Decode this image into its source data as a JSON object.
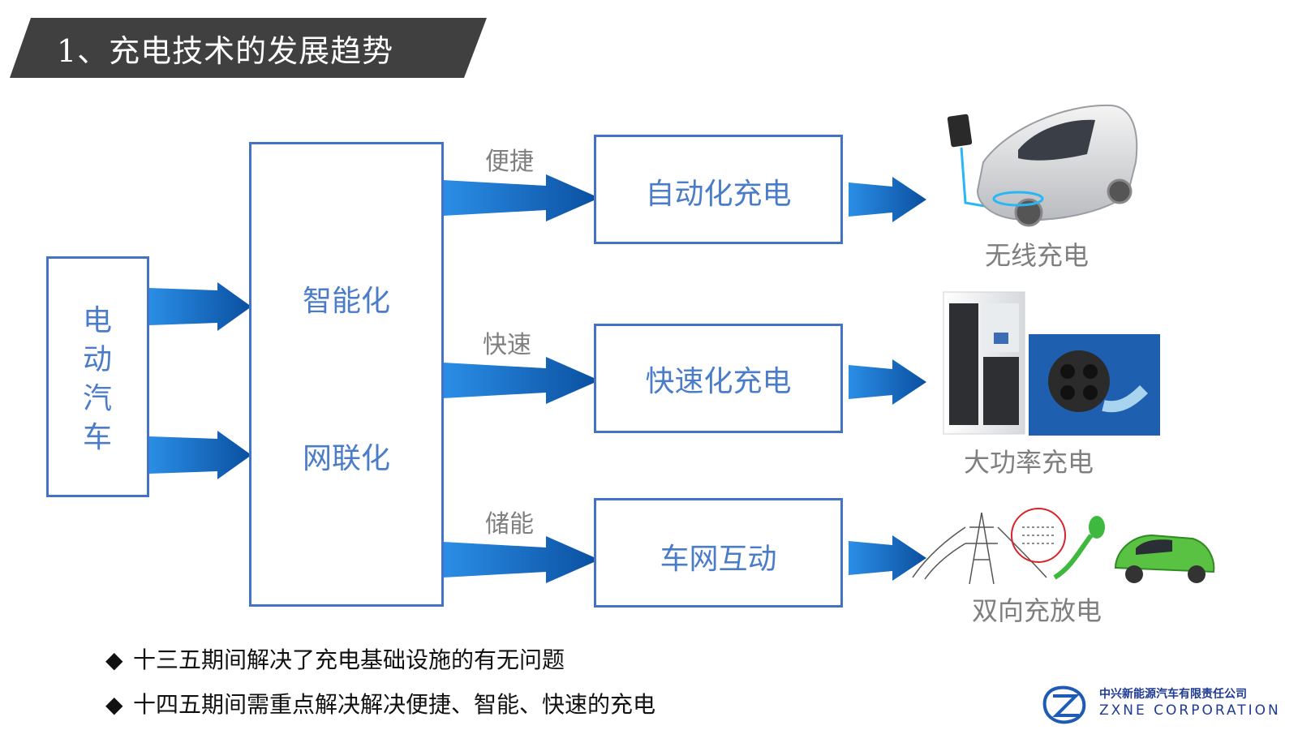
{
  "title": "1、充电技术的发展趋势",
  "nodes": {
    "ev": "电动汽车",
    "intelligent": "智能化",
    "networked": "网联化",
    "auto_charging": "自动化充电",
    "fast_charging": "快速化充电",
    "v2g": "车网互动"
  },
  "arrow_labels": {
    "convenient": "便捷",
    "fast": "快速",
    "storage": "储能"
  },
  "image_captions": {
    "wireless": "无线充电",
    "high_power": "大功率充电",
    "bidirectional": "双向充放电"
  },
  "bullets": [
    "十三五期间解决了充电基础设施的有无问题",
    "十四五期间需重点解决解决便捷、智能、快速的充电"
  ],
  "bullet_mark": "◆",
  "logo": {
    "name_cn": "中兴新能源汽车有限责任公司",
    "name_en": "ZXNE CORPORATION"
  },
  "colors": {
    "title_bg": "#404040",
    "box_border": "#4472c4",
    "box_text": "#4a7cc9",
    "arrow": "#1a6fc4",
    "caption": "#7f7f7f"
  }
}
